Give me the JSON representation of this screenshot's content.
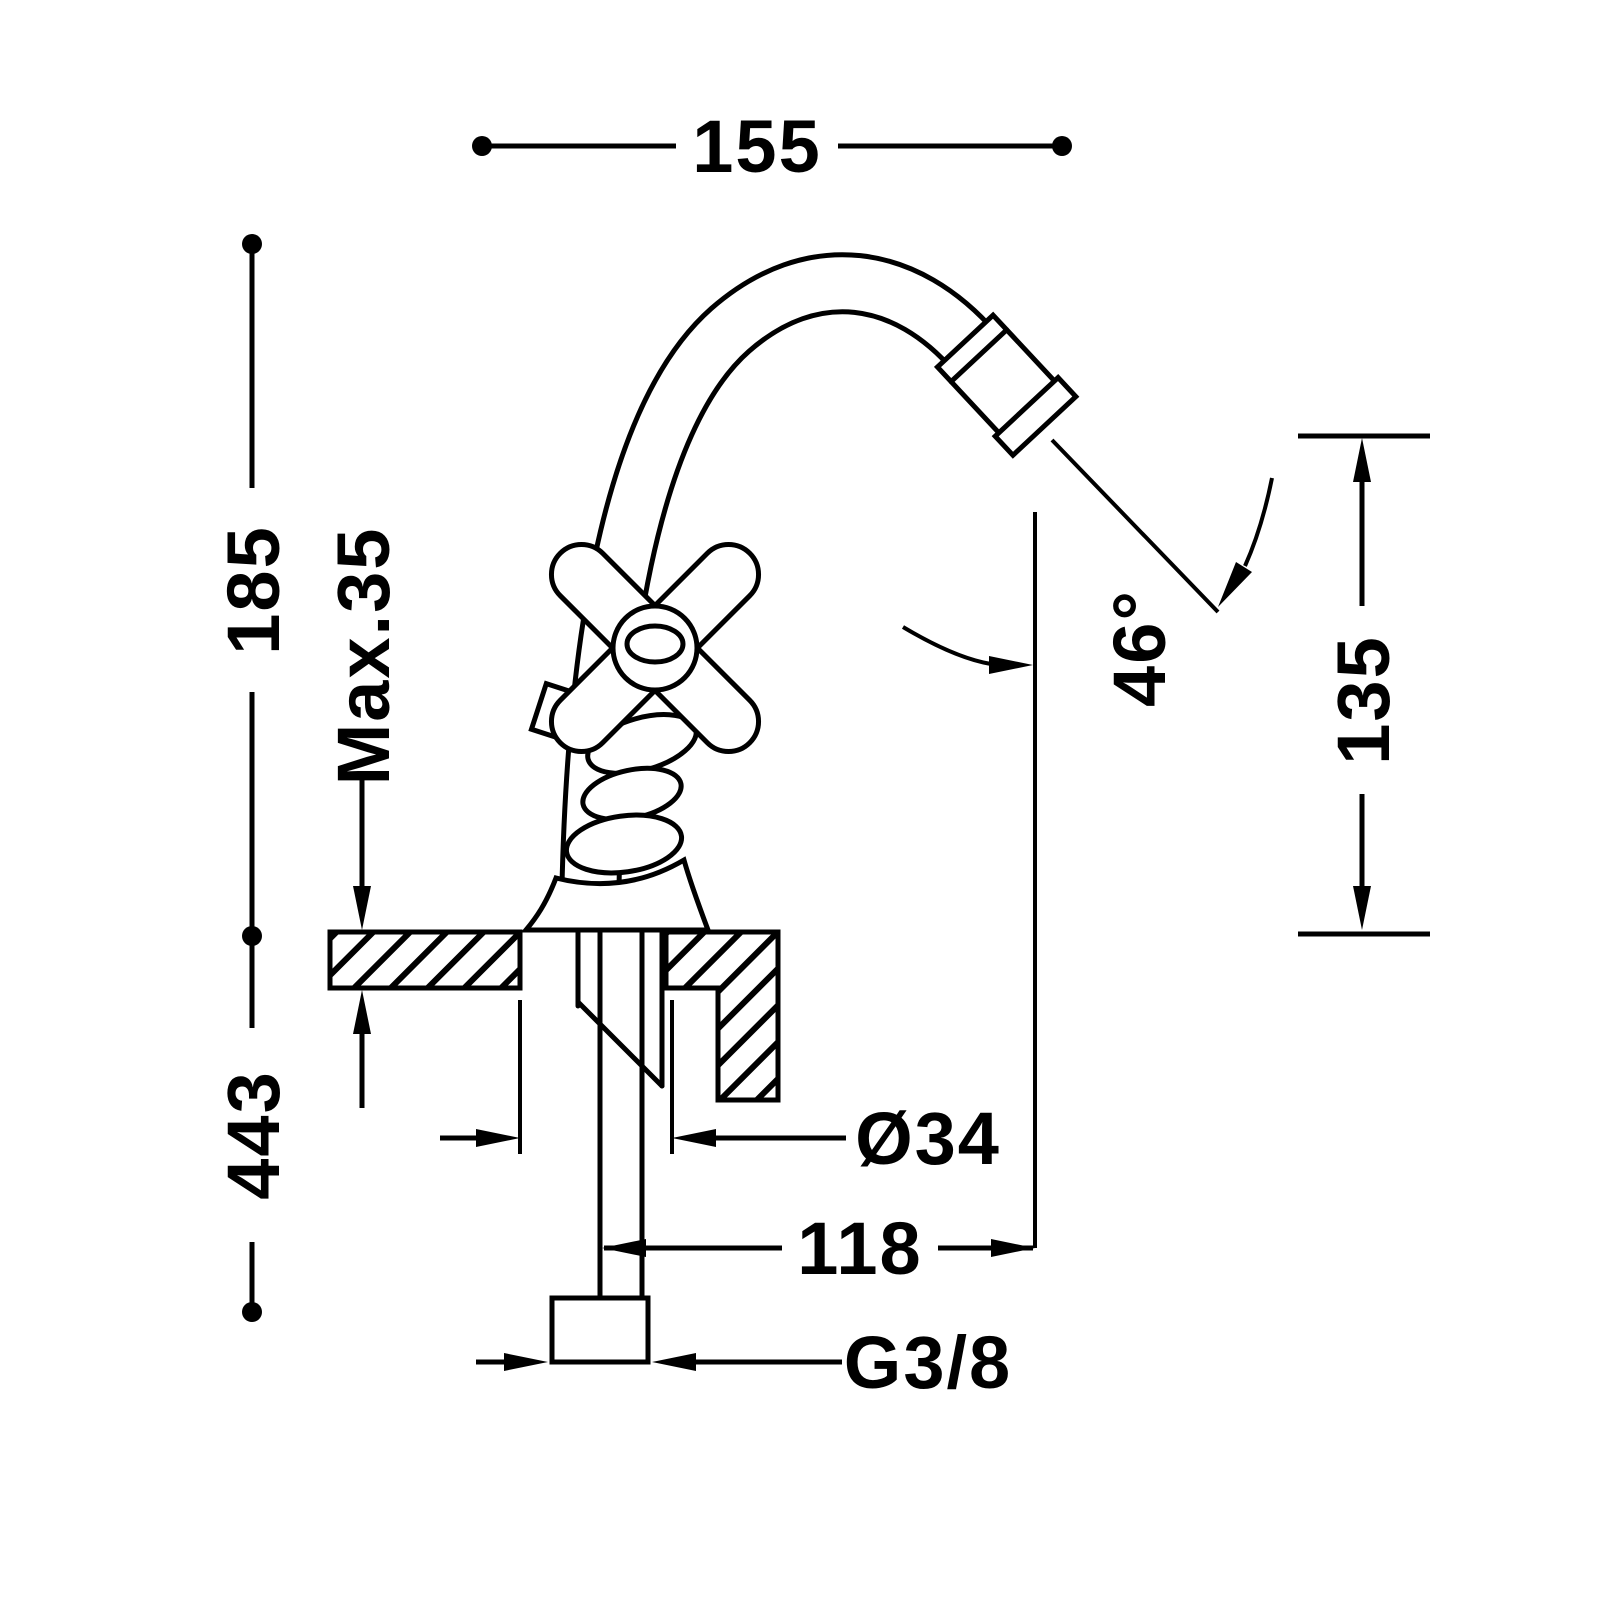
{
  "drawing": {
    "title": "Bidet faucet technical dimension drawing",
    "labels": {
      "width_top": "155",
      "height_upper_left": "185",
      "height_lower_left": "443",
      "max_deck_thickness": "Max.35",
      "spout_angle": "46°",
      "outlet_height": "135",
      "base_diameter": "Ø34",
      "spout_reach": "118",
      "thread_size": "G3/8"
    },
    "colors": {
      "line": "#000000",
      "background": "#ffffff"
    }
  }
}
